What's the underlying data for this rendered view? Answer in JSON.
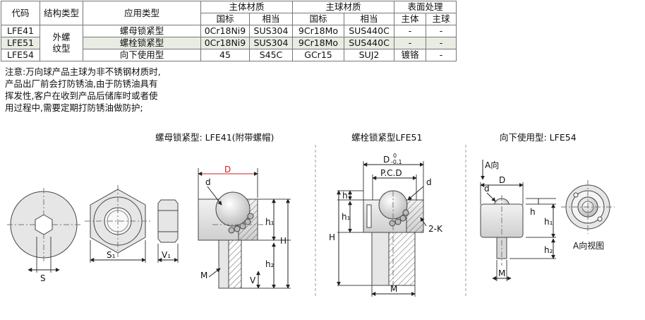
{
  "table": {
    "headers": {
      "code": "代码",
      "structure": "结构类型",
      "application": "应用类型",
      "body_material": "主体材质",
      "ball_material": "主球材质",
      "surface": "表面处理",
      "gb": "国标",
      "equiv": "相当",
      "gb2": "国标",
      "equiv2": "相当",
      "surf_body": "主体",
      "surf_ball": "主球"
    },
    "structure_merged": "外螺纹型",
    "rows": [
      {
        "code": "LFE41",
        "application": "螺母锁紧型",
        "body_gb": "0Cr18Ni9",
        "body_eq": "SUS304",
        "ball_gb": "9Cr18Mo",
        "ball_eq": "SUS440C",
        "surf_body": "-",
        "surf_ball": "-"
      },
      {
        "code": "LFE51",
        "application": "螺栓锁紧型",
        "body_gb": "0Cr18Ni9",
        "body_eq": "SUS304",
        "ball_gb": "9Cr18Mo",
        "ball_eq": "SUS440C",
        "surf_body": "-",
        "surf_ball": "-"
      },
      {
        "code": "LFE54",
        "application": "向下使用型",
        "body_gb": "45",
        "body_eq": "S45C",
        "ball_gb": "GCr15",
        "ball_eq": "SUJ2",
        "surf_body": "镀铬",
        "surf_ball": "-"
      }
    ]
  },
  "note": [
    "注意:万向球产品主球为非不锈钢材质时,",
    "产品出厂前会打防锈油,由于防锈油具有",
    "挥发性,客户在收到产品后储库时或者使",
    "用过程中,需要定期打防锈油做防护;"
  ],
  "drawings": {
    "lfe41_title": "螺母锁紧型: LFE41(附带螺帽)",
    "lfe51_title": "螺栓锁紧型LFE51",
    "lfe54_title": "向下使用型: LFE54",
    "label_S": "S",
    "label_S1": "S₁",
    "label_V1": "V₁",
    "label_D": "D",
    "label_d": "d",
    "label_h1": "h₁",
    "label_h2": "h₂",
    "label_H": "H",
    "label_V": "V",
    "label_M": "M",
    "label_h": "h",
    "label_D_tol": "D",
    "tol_upper": "0",
    "tol_lower": "-0.1",
    "label_PCD": "P.C.D",
    "label_2K": "2-K",
    "label_A_dir": "A向",
    "label_A_view": "A向视图"
  },
  "colors": {
    "accent_D": "#d21f1f",
    "highlight_row": "#e8ece2"
  }
}
